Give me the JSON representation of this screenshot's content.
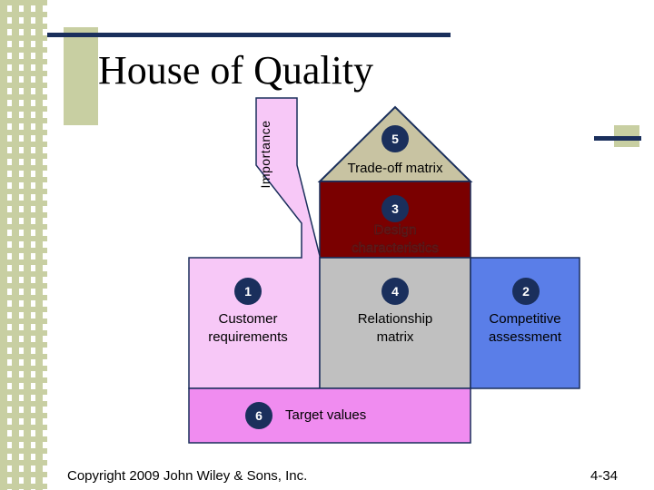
{
  "slide": {
    "title": "House of Quality",
    "footer": "Copyright 2009 John Wiley & Sons, Inc.",
    "slide_number": "4-34"
  },
  "diagram": {
    "importance_label": "Importance",
    "sections": [
      {
        "number": "5",
        "lines": [
          "Trade-off matrix"
        ],
        "color": "#c8c3a2"
      },
      {
        "number": "3",
        "lines": [
          "Design",
          "characteristics"
        ],
        "color": "#7a0000"
      },
      {
        "number": "1",
        "lines": [
          "Customer",
          "requirements"
        ],
        "color": "#f7c8f7"
      },
      {
        "number": "4",
        "lines": [
          "Relationship",
          "matrix"
        ],
        "color": "#c0c0c0"
      },
      {
        "number": "2",
        "lines": [
          "Competitive",
          "assessment"
        ],
        "color": "#5a7ee8"
      },
      {
        "number": "6",
        "lines": [
          "Target values"
        ],
        "color": "#f08cf0"
      }
    ]
  },
  "colors": {
    "accent_navy": "#1a2f5c",
    "decor_olive": "#c8cfa2"
  }
}
